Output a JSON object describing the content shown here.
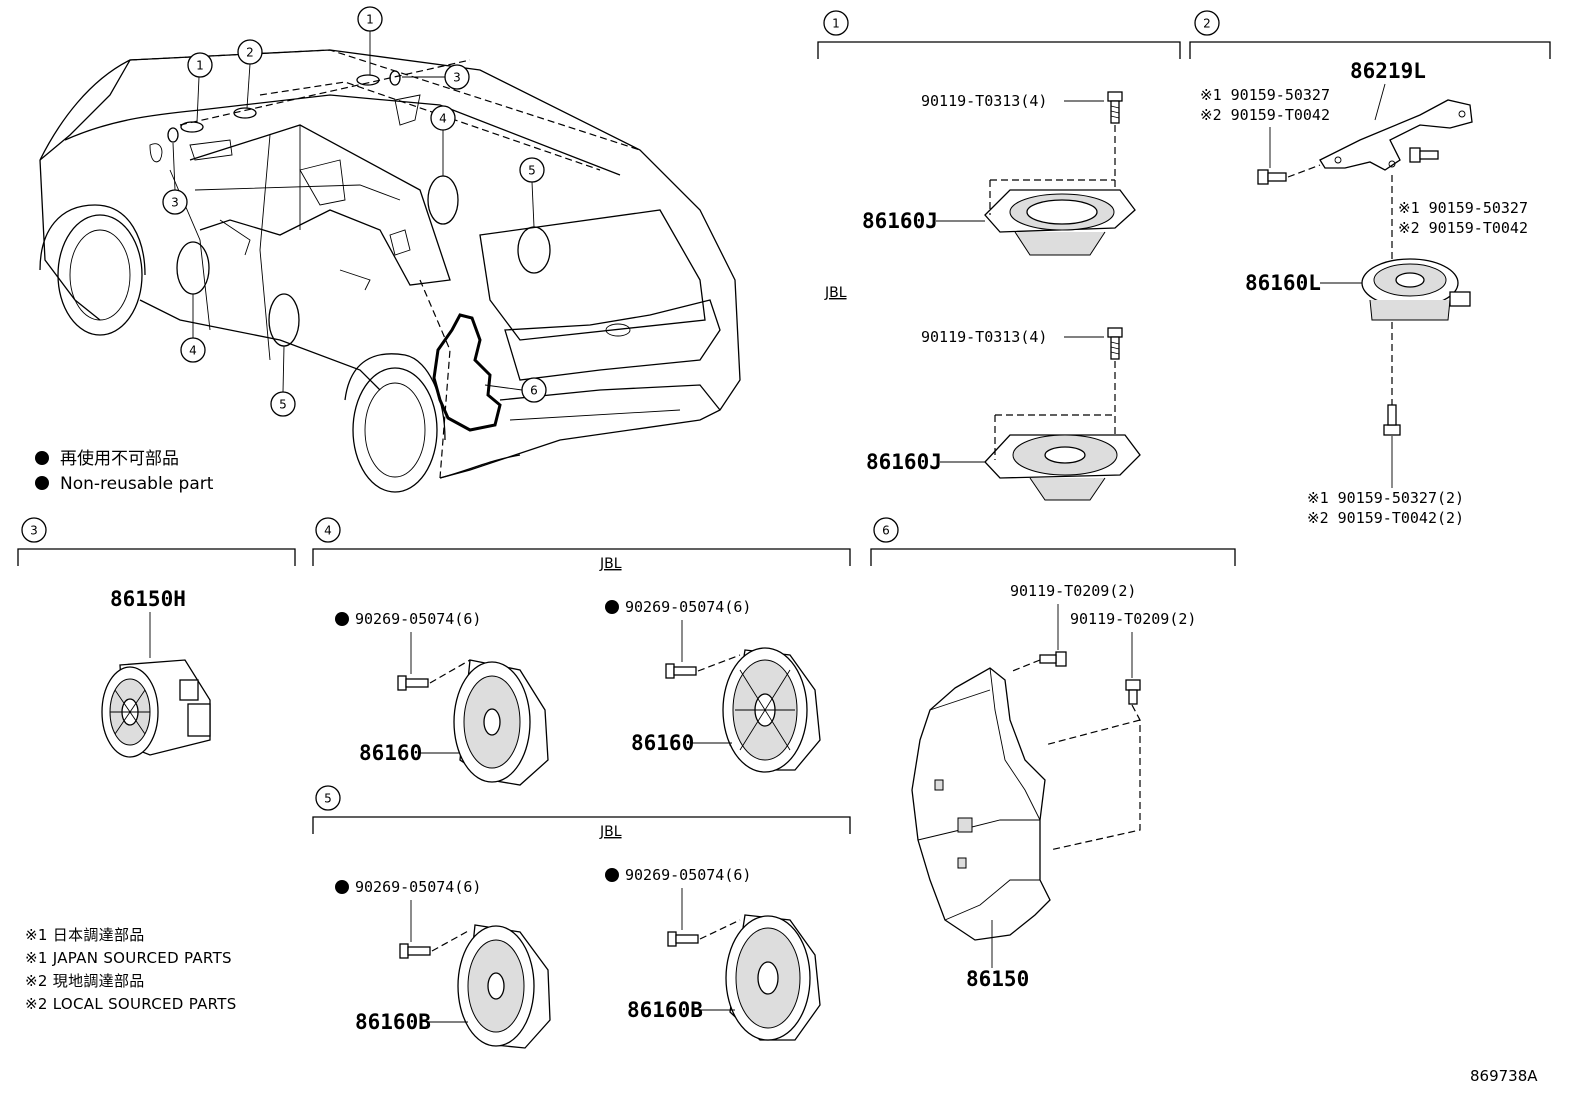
{
  "legend": {
    "line1": "再使用不可部品",
    "line2": "Non-reusable part"
  },
  "notes": {
    "n1": "※1 日本調達部品",
    "n2": "※1 JAPAN SOURCED PARTS",
    "n3": "※2 現地調達部品",
    "n4": "※2 LOCAL SOURCED PARTS"
  },
  "figure_code": "869738A",
  "car_callouts": [
    "1",
    "2",
    "1",
    "3",
    "3",
    "4",
    "5",
    "4",
    "5",
    "6"
  ],
  "sections": {
    "s1": {
      "num": "1",
      "jbl": "JBL",
      "bolt_top": "90119-T0313(4)",
      "speaker_top": "86160J",
      "bolt_bottom": "90119-T0313(4)",
      "speaker_bottom": "86160J"
    },
    "s2": {
      "num": "2",
      "bracket": "86219L",
      "left_a": "※1 90159-50327",
      "left_b": "※2 90159-T0042",
      "right_a": "※1 90159-50327",
      "right_b": "※2 90159-T0042",
      "speaker": "86160L",
      "bottom_a": "※1 90159-50327(2)",
      "bottom_b": "※2 90159-T0042(2)"
    },
    "s3": {
      "num": "3",
      "tweeter": "86150H"
    },
    "s4": {
      "num": "4",
      "jbl": "JBL",
      "rivet_left": "90269-05074(6)",
      "speaker_left": "86160",
      "rivet_right": "90269-05074(6)",
      "speaker_right": "86160"
    },
    "s5": {
      "num": "5",
      "jbl": "JBL",
      "rivet_left": "90269-05074(6)",
      "speaker_left": "86160B",
      "rivet_right": "90269-05074(6)",
      "speaker_right": "86160B"
    },
    "s6": {
      "num": "6",
      "bolt_a": "90119-T0209(2)",
      "bolt_b": "90119-T0209(2)",
      "woofer": "86150"
    }
  }
}
